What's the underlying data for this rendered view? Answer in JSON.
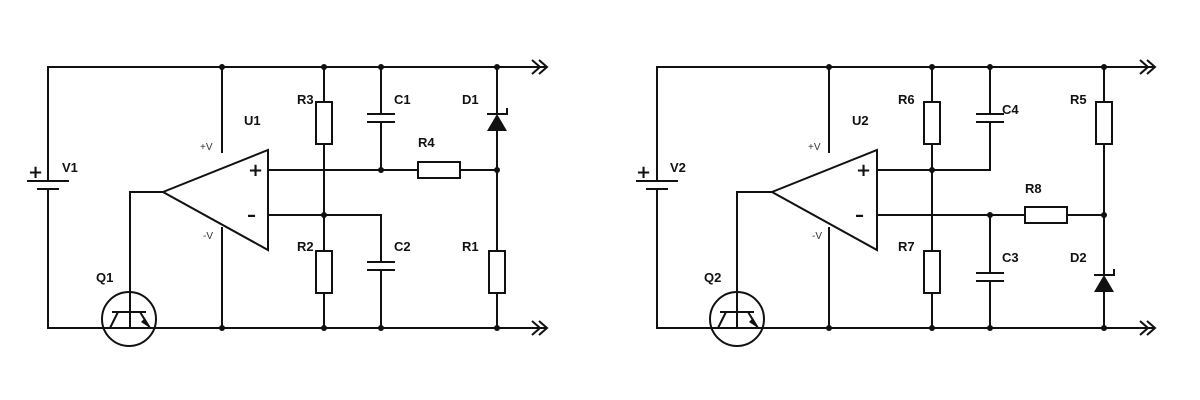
{
  "left": {
    "battery": "V1",
    "transistor": "Q1",
    "opamp": "U1",
    "opamp_supply_pos": "+V",
    "opamp_supply_neg": "-V",
    "opamp_input_pos": "+",
    "opamp_input_neg": "–",
    "battery_plus": "+",
    "r_top": "R3",
    "r_bottom": "R2",
    "r_series": "R4",
    "r_right": "R1",
    "c_top": "C1",
    "c_bottom": "C2",
    "diode": "D1"
  },
  "right": {
    "battery": "V2",
    "transistor": "Q2",
    "opamp": "U2",
    "opamp_supply_pos": "+V",
    "opamp_supply_neg": "-V",
    "opamp_input_pos": "+",
    "opamp_input_neg": "–",
    "battery_plus": "+",
    "r_top": "R6",
    "r_bottom": "R7",
    "r_series": "R8",
    "r_right": "R5",
    "c_top": "C4",
    "c_bottom": "C3",
    "diode": "D2"
  }
}
